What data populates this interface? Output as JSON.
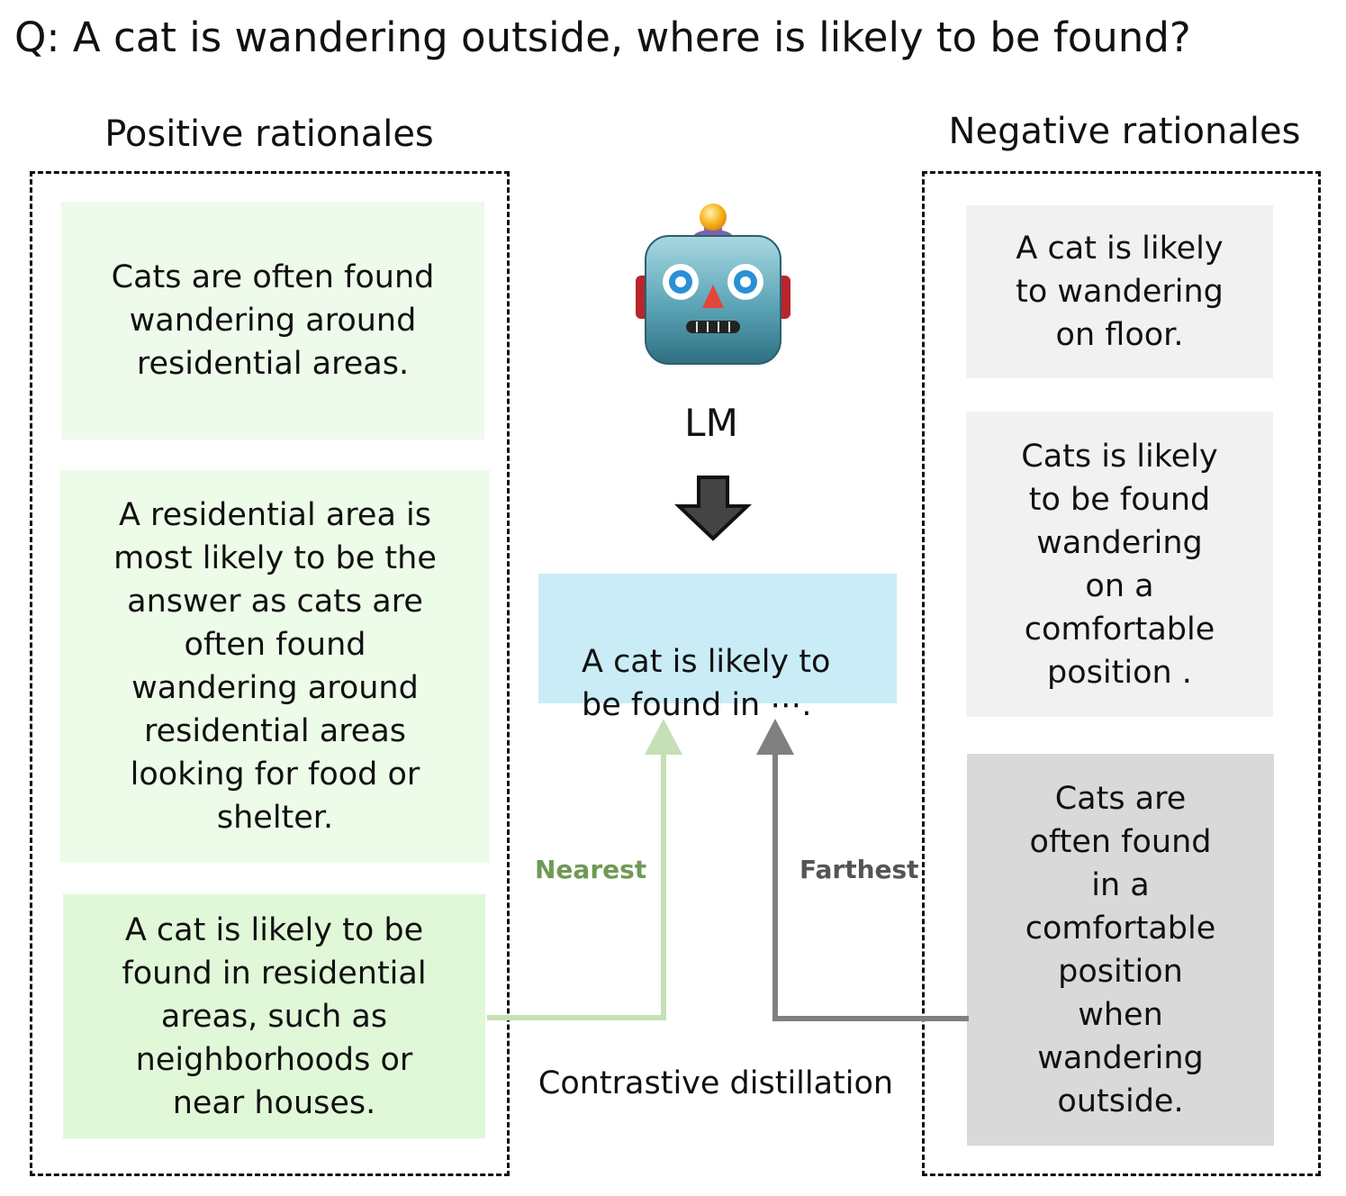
{
  "question": "Q: A cat is wandering outside, where is likely to be found?",
  "positive": {
    "title": "Positive rationales",
    "items": [
      {
        "text": "Cats are often found\nwandering around\nresidential areas.",
        "color": "#eefaea"
      },
      {
        "text": "A residential area is\nmost likely to be the\nanswer as cats are\noften found\nwandering around\nresidential areas\nlooking for food or\nshelter.",
        "color": "#edfce8"
      },
      {
        "text": "A cat is likely to be\nfound in residential\nareas, such as\nneighborhoods or\nnear houses.",
        "color": "#e0f8d8"
      }
    ]
  },
  "negative": {
    "title": "Negative rationales",
    "items": [
      {
        "text": "A cat is likely\nto wandering\non floor.",
        "color": "#f1f1f1"
      },
      {
        "text": "Cats is likely\nto be found\nwandering\non a\ncomfortable\nposition .",
        "color": "#f1f1f1"
      },
      {
        "text": "Cats are\noften found\nin a\ncomfortable\nposition\nwhen\nwandering\noutside.",
        "color": "#d9d9d9"
      }
    ]
  },
  "model": {
    "label": "LM",
    "icon": "robot-icon",
    "output_text": "A  cat  is  likely  to\nbe found in ⋯.",
    "output_color": "#c9ecf6"
  },
  "edges": {
    "nearest_label": "Nearest",
    "nearest_color": "#c6dfb7",
    "nearest_text_color": "#6f9a55",
    "farthest_label": "Farthest",
    "farthest_color": "#808080",
    "farthest_text_color": "#555555"
  },
  "caption": "Contrastive distillation"
}
